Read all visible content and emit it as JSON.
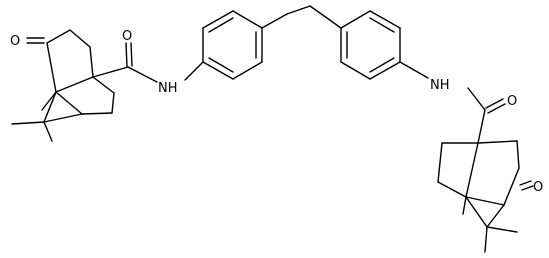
{
  "atoms": {
    "o_left": "O",
    "o_amide_left": "O",
    "nh_left": "NH",
    "nh_right": "NH",
    "o_amide_right": "O",
    "o_right": "O"
  },
  "colors": {
    "line": "#000000",
    "background": "#ffffff"
  }
}
